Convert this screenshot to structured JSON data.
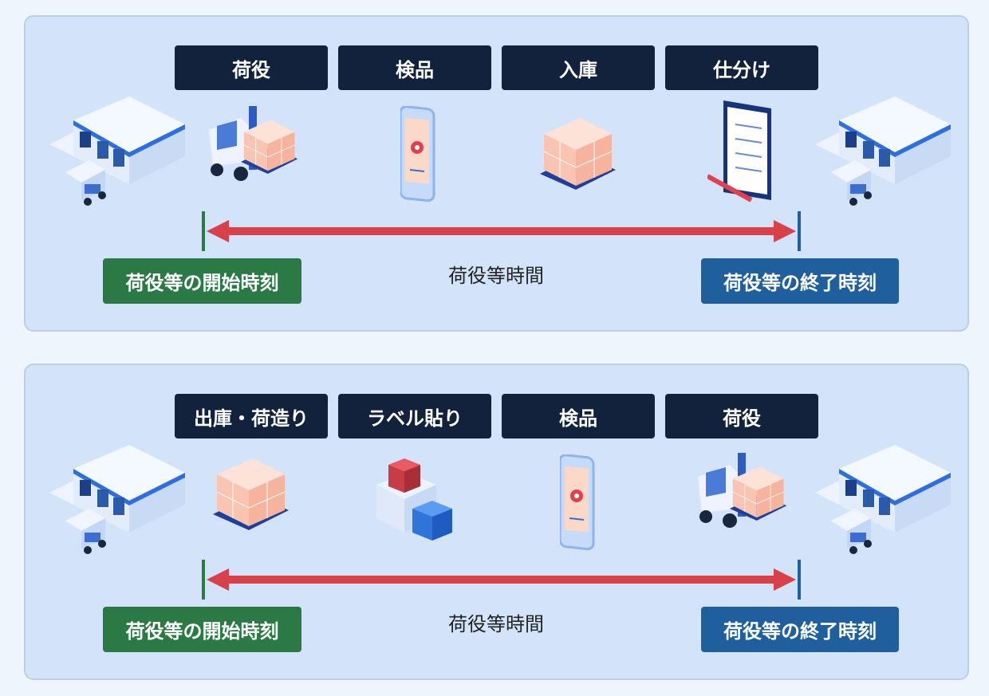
{
  "panels": [
    {
      "steps": [
        "荷役",
        "検品",
        "入庫",
        "仕分け"
      ],
      "start_label": "荷役等の開始時刻",
      "duration_label": "荷役等時間",
      "end_label": "荷役等の終了時刻"
    },
    {
      "steps": [
        "出庫・荷造り",
        "ラベル貼り",
        "検品",
        "荷役"
      ],
      "start_label": "荷役等の開始時刻",
      "duration_label": "荷役等時間",
      "end_label": "荷役等の終了時刻"
    }
  ],
  "colors": {
    "step_bg": "#12223c",
    "start": "#2b7a45",
    "end": "#1f5f9e",
    "arrow": "#d8404a",
    "panel": "#d3e4fa"
  }
}
